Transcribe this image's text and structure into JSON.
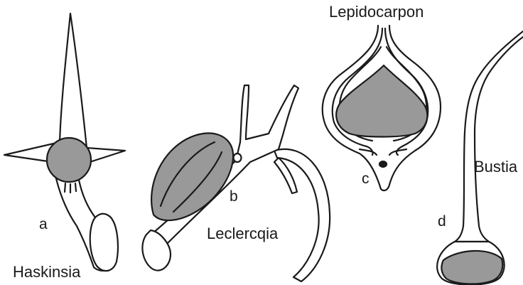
{
  "colors": {
    "outline": "#1a1a1a",
    "fill_white": "#ffffff",
    "fill_sporangium": "#999999",
    "background": "#ffffff"
  },
  "figures": [
    {
      "letter": "a",
      "name": "Haskinsia"
    },
    {
      "letter": "b",
      "name": "Leclercqia"
    },
    {
      "letter": "c",
      "name": "Lepidocarpon"
    },
    {
      "letter": "d",
      "name": "Bustia"
    }
  ]
}
